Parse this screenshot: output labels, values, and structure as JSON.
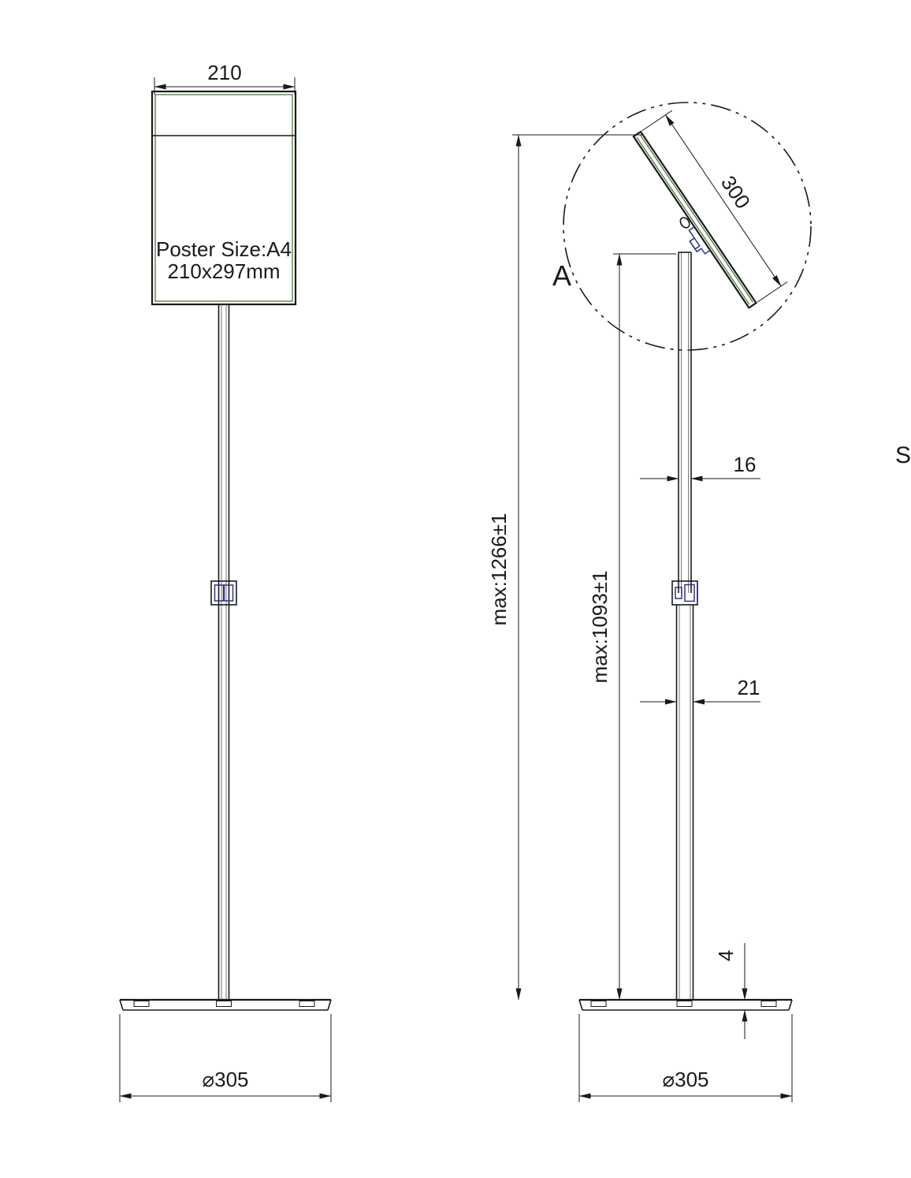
{
  "front_view": {
    "width_dim": "210",
    "poster_text_line1": "Poster Size:A4",
    "poster_text_line2": "210x297mm",
    "base_diameter_dim": "⌀305"
  },
  "side_view": {
    "detail_label": "A",
    "poster_length_dim": "300",
    "overall_height_dim": "max:1266±1",
    "pole_height_dim": "max:1093±1",
    "upper_tube_width_dim": "16",
    "lower_tube_width_dim": "21",
    "base_thickness_dim": "4",
    "base_diameter_dim": "⌀305"
  },
  "edge_text": "S",
  "colors": {
    "line": "#1a1a1a",
    "accent_blue": "#2e3192",
    "accent_green": "#3f6d2c",
    "background": "#ffffff"
  }
}
